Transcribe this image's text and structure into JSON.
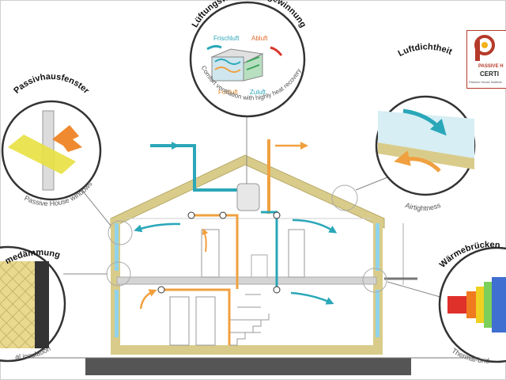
{
  "labels": {
    "ventilation_de": "Lüftungswärmerückgewinnung",
    "ventilation_en": "Comfort ventilation with highly heat recovery",
    "windows_de": "Passivhausfenster",
    "windows_en": "Passive House windows",
    "airtight_de": "Luftdichtheit",
    "airtight_en": "Airtightness",
    "insulation_de": "medämmung",
    "insulation_en": "al insulation",
    "thermal_de": "Wärmebrücken",
    "thermal_en": "Thermal-brid"
  },
  "airflow": {
    "fresh": "Frischluft",
    "exhaust": "Abluft",
    "outgoing": "Fortluft",
    "supply": "Zuluft"
  },
  "certificate": {
    "line1": "PASSIVE H",
    "line2": "CERTI",
    "line3": "Passive House Institute"
  },
  "colors": {
    "supply_teal": "#2aa7b8",
    "exhaust_orange": "#f0a040",
    "roof_tan": "#d9cc8a",
    "window_blue": "#8fd3ec"
  }
}
